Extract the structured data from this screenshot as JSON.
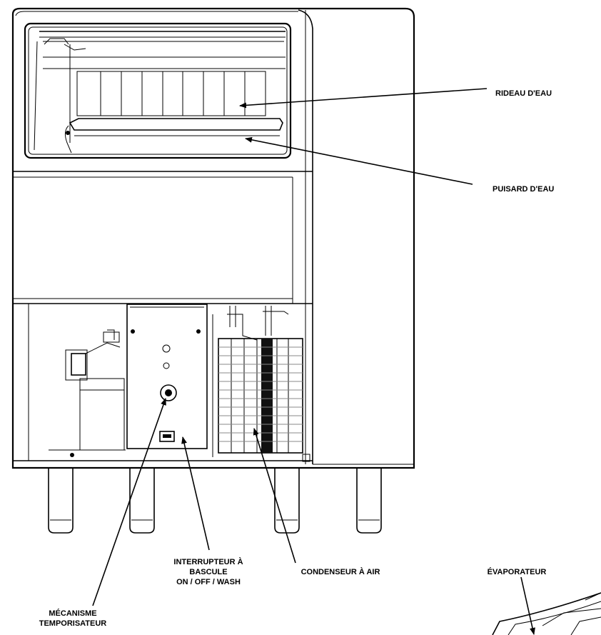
{
  "labels": {
    "rideau": "RIDEAU D'EAU",
    "puisard": "PUISARD D'EAU",
    "interrupteur_line1": "INTERRUPTEUR À",
    "interrupteur_line2": "BASCULE",
    "interrupteur_line3": "ON / OFF / WASH",
    "condenseur": "CONDENSEUR À AIR",
    "evaporateur": "ÉVAPORATEUR",
    "mecanisme_line1": "MÉCANISME",
    "mecanisme_line2": "TEMPORISATEUR"
  }
}
